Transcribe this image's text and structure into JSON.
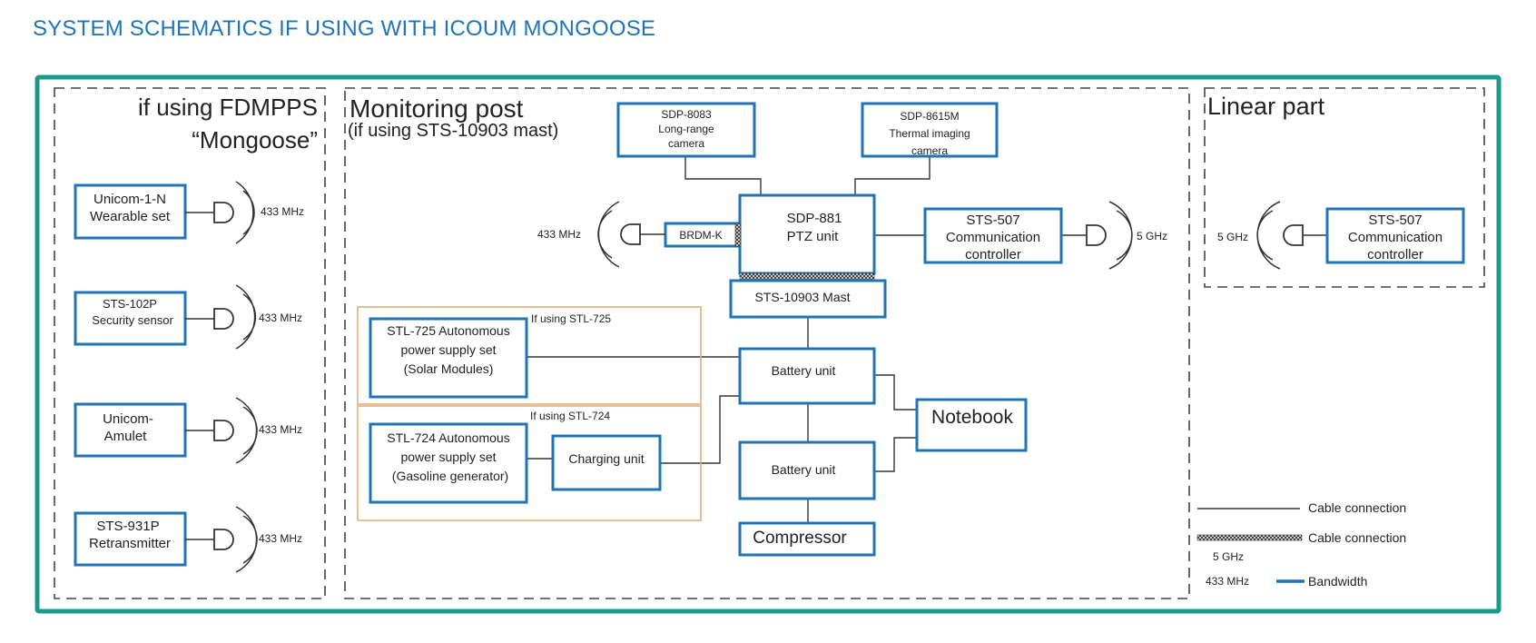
{
  "page": {
    "title": "SYSTEM SCHEMATICS IF USING WITH ICOUM MONGOOSE"
  },
  "colors": {
    "frame": "#1a9b8a",
    "box": "#1f73b7",
    "title": "#1f73b7",
    "optional": "#e0b07a",
    "line": "#333333"
  },
  "sections": {
    "mongoose": {
      "title_line1": "if using FDMPPS",
      "title_line2": "“Mongoose”"
    },
    "monitoring": {
      "title": "Monitoring post",
      "subtitle": "(if using STS-10903 mast)"
    },
    "linear": {
      "title": "Linear part"
    }
  },
  "mongoose_devices": [
    {
      "line1": "Unicom-1-N",
      "line2": "Wearable set",
      "freq": "433 MHz"
    },
    {
      "line1": "STS-102P",
      "line2": "Security sensor",
      "freq": "433 MHz"
    },
    {
      "line1": "Unicom-",
      "line2": "Amulet",
      "freq": "433 MHz"
    },
    {
      "line1": "STS-931P",
      "line2": "Retransmitter",
      "freq": "433 MHz"
    }
  ],
  "monitoring": {
    "cam1": {
      "line1": "SDP-8083",
      "line2": "Long-range",
      "line3": "camera"
    },
    "cam2": {
      "line1": "SDP-8615M",
      "line2": "Thermal imaging",
      "line3": "camera"
    },
    "ptz": {
      "line1": "SDP-881",
      "line2": "PTZ unit"
    },
    "brdm": {
      "label": "BRDM-K",
      "freq": "433 MHz"
    },
    "comm": {
      "line1": "STS-507",
      "line2": "Communication",
      "line3": "controller",
      "freq": "5 GHz"
    },
    "mast": {
      "label": "STS-10903 Mast"
    },
    "opt1": {
      "label": "If using STL-725",
      "line1": "STL-725 Autonomous",
      "line2": "power supply set",
      "line3": "(Solar Modules)"
    },
    "opt2": {
      "label": "If using STL-724",
      "line1": "STL-724 Autonomous",
      "line2": "power supply set",
      "line3": "(Gasoline generator)"
    },
    "charging": {
      "label": "Charging unit"
    },
    "battery1": {
      "label": "Battery unit"
    },
    "battery2": {
      "label": "Battery unit"
    },
    "notebook": {
      "label": "Notebook"
    },
    "compressor": {
      "label": "Compressor"
    }
  },
  "linear": {
    "comm": {
      "line1": "STS-507",
      "line2": "Communication",
      "line3": "controller",
      "freq": "5 GHz"
    }
  },
  "legend": {
    "cable": "Cable connection",
    "cable_textured": "Cable connection",
    "freq_5": "5 GHz",
    "freq_433": "433 MHz",
    "bandwidth": "Bandwidth"
  }
}
